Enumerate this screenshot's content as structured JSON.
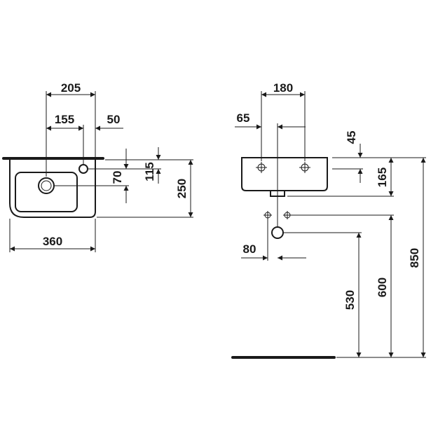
{
  "dimensions": {
    "top_width": "205",
    "offset_155": "155",
    "offset_50": "50",
    "tap_height_70": "70",
    "height_115": "115",
    "depth_250": "250",
    "width_360": "360",
    "side_width_180": "180",
    "side_offset_65": "65",
    "rim_45": "45",
    "body_165": "165",
    "waste_80": "80",
    "height_530": "530",
    "height_600": "600",
    "height_850": "850"
  }
}
